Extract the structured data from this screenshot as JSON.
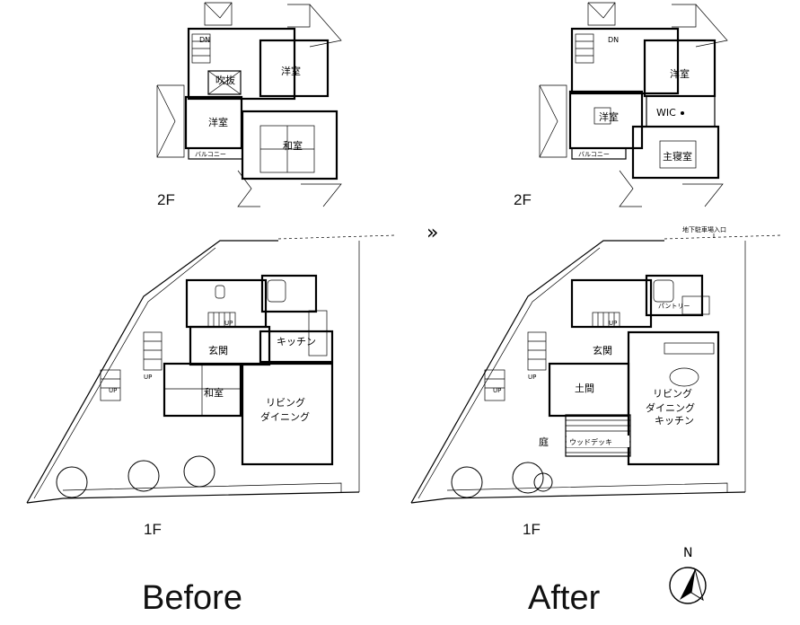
{
  "before": {
    "caption": "Before",
    "floor2": {
      "label": "2F",
      "rooms": {
        "western1": "洋室",
        "void": "吹抜",
        "western2": "洋室",
        "japanese": "和室",
        "balcony": "バルコニー",
        "down": "DN"
      }
    },
    "floor1": {
      "label": "1F",
      "rooms": {
        "kitchen": "キッチン",
        "entrance": "玄関",
        "japanese": "和室",
        "living1": "リビング",
        "living2": "ダイニング",
        "up1": "UP",
        "up2": "UP",
        "up3": "UP"
      }
    }
  },
  "after": {
    "caption": "After",
    "floor2": {
      "label": "2F",
      "rooms": {
        "western1": "洋室",
        "western2": "洋室",
        "wic": "WIC",
        "master": "主寝室",
        "balcony": "バルコニー",
        "down": "DN"
      }
    },
    "floor1": {
      "label": "1F",
      "rooms": {
        "garage": "地下駐車場入口",
        "pantry": "パントリー",
        "entrance": "玄関",
        "doma": "土間",
        "living1": "リビング",
        "living2": "ダイニング",
        "living3": "キッチン",
        "garden": "庭",
        "deck": "ウッドデッキ",
        "up1": "UP",
        "up2": "UP",
        "up3": "UP"
      }
    }
  },
  "arrow": "»",
  "compass": {
    "north": "N"
  }
}
